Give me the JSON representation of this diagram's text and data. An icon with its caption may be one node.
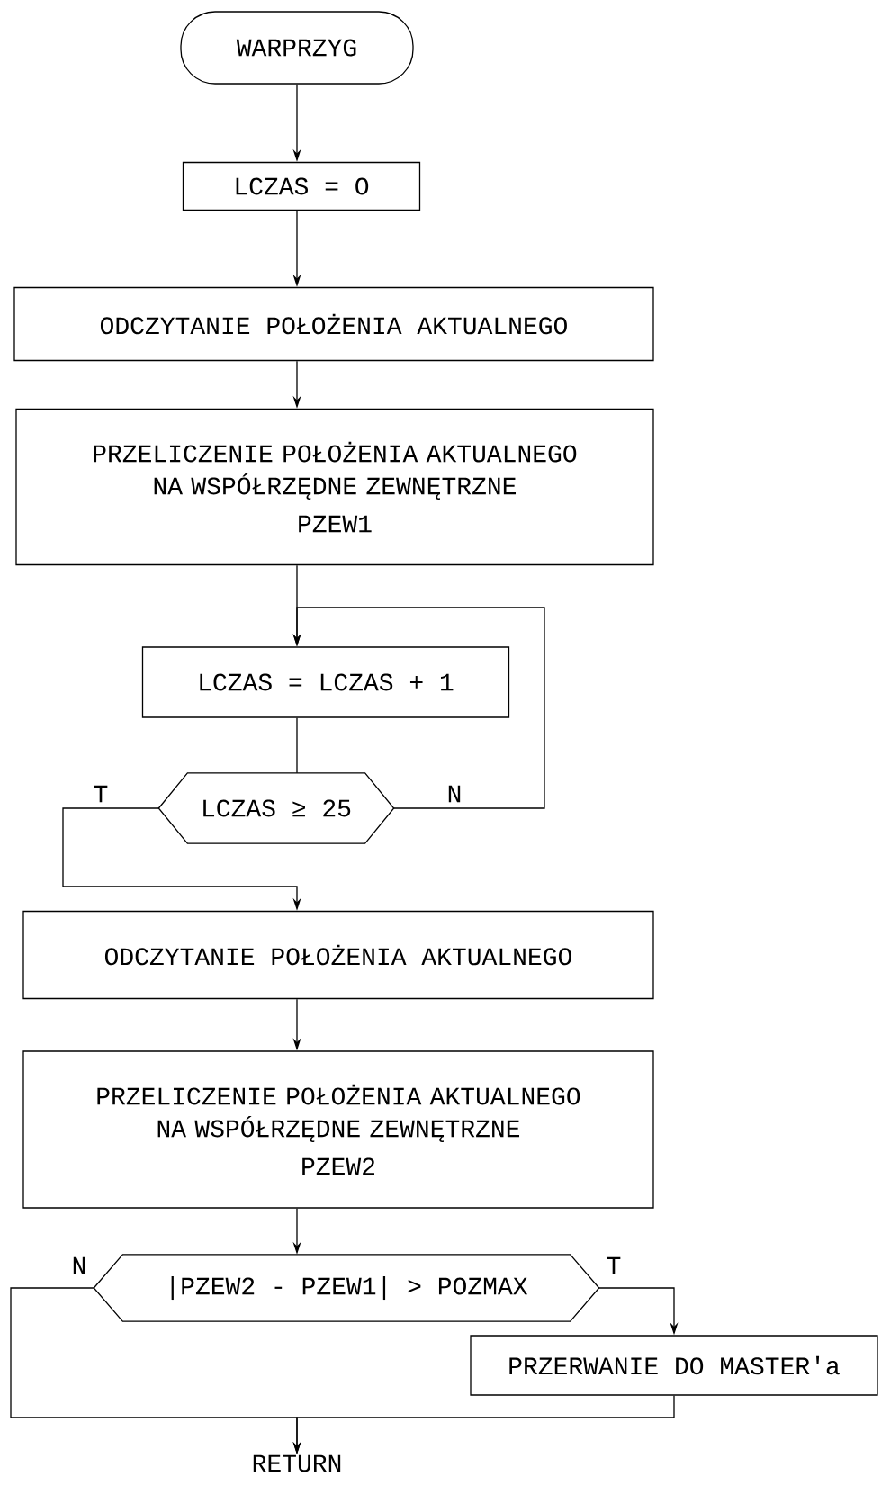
{
  "diagram": {
    "nodes": [
      {
        "text": [
          "WARPRZYG"
        ]
      },
      {
        "text": [
          "LCZAS = O"
        ]
      },
      {
        "text": [
          "ODCZYTANIE POŁOŻENIA AKTUALNEGO"
        ]
      },
      {
        "text": [
          "PRZELICZENIE POŁOŻENIA AKTUALNEGO NA WSPÓŁRZĘDNE ZEWNĘTRZNE",
          "PZEW1"
        ]
      },
      {
        "text": [
          "LCZAS = LCZAS + 1"
        ]
      },
      {
        "text": [
          "LCZAS ≥ 25"
        ]
      },
      {
        "text": [
          "ODCZYTANIE POŁOŻENIA AKTUALNEGO"
        ]
      },
      {
        "text": [
          "PRZELICZENIE POŁOŻENIA AKTUALNEGO NA WSPÓŁRZĘDNE ZEWNĘTRZNE",
          "PZEW2"
        ]
      },
      {
        "text": [
          "|PZEW2 - PZEW1| > POZMAX"
        ]
      },
      {
        "text": [
          "PRZERWANIE DO MASTER'a"
        ]
      },
      {
        "text": [
          "RETURN"
        ]
      }
    ],
    "edges": [
      {
        "from": 0,
        "to": 1,
        "arrow": "to"
      },
      {
        "from": 1,
        "to": 2,
        "arrow": "to"
      },
      {
        "from": 2,
        "to": 3,
        "arrow": "to"
      },
      {
        "from": 3,
        "to": 4,
        "arrow": "to"
      },
      {
        "from": 4,
        "to": 5,
        "arrow": "none"
      },
      {
        "from": 5,
        "to": 4,
        "arrow": "to",
        "label": "N"
      },
      {
        "from": 5,
        "to": 6,
        "arrow": "to",
        "label": "T"
      },
      {
        "from": 6,
        "to": 7,
        "arrow": "to"
      },
      {
        "from": 7,
        "to": 8,
        "arrow": "to"
      },
      {
        "from": 8,
        "to": 9,
        "arrow": "to",
        "label": "T"
      },
      {
        "from": 8,
        "to": 10,
        "arrow": "to",
        "label": "N"
      },
      {
        "from": 9,
        "to": 10,
        "arrow": "to"
      }
    ]
  }
}
